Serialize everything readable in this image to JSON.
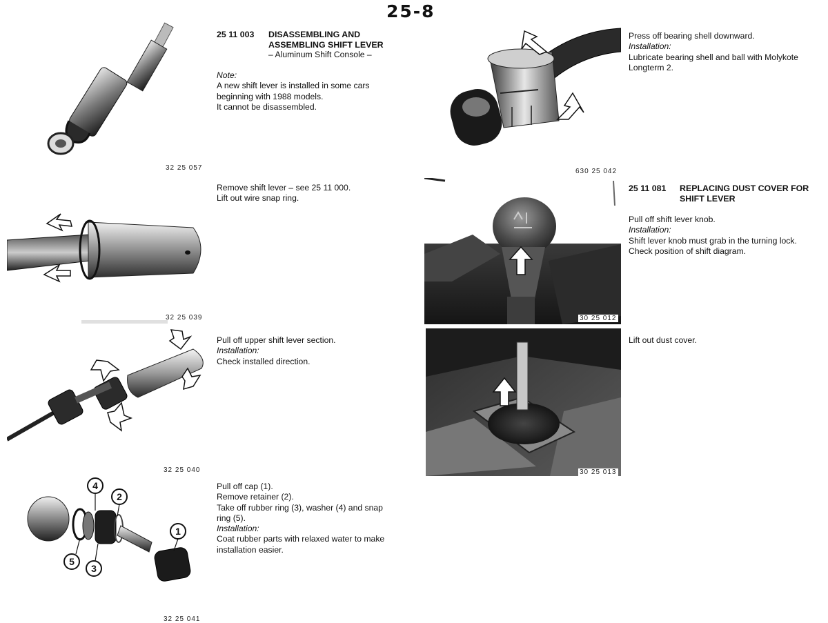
{
  "page_number": "25-8",
  "left_column": {
    "sec1": {
      "code": "25 11 003",
      "title_lines": [
        "DISASSEMBLING AND",
        "ASSEMBLING SHIFT LEVER",
        "– Aluminum Shift Console –"
      ],
      "note_label": "Note:",
      "note_lines": [
        "A new shift lever is installed in some cars",
        "beginning with 1988 models.",
        "It cannot be disassembled."
      ],
      "figure": "32 25 057"
    },
    "step2": {
      "lines": [
        "Remove shift lever – see 25 11 000.",
        "Lift out wire snap ring."
      ],
      "figure": "32 25 039"
    },
    "step3": {
      "line1": "Pull off upper shift lever section.",
      "installation_label": "Installation:",
      "line2": "Check installed direction.",
      "figure": "32 25 040"
    },
    "step4": {
      "lines": [
        "Pull off cap (1).",
        "Remove retainer (2).",
        "Take off rubber ring (3), washer (4) and snap",
        "ring (5)."
      ],
      "installation_label": "Installation:",
      "install_lines": [
        "Coat rubber parts with relaxed water to make",
        "installation easier."
      ],
      "callouts": [
        "1",
        "2",
        "3",
        "4",
        "5"
      ],
      "figure": "32 25 041"
    }
  },
  "right_column": {
    "step1": {
      "line1": "Press off bearing shell downward.",
      "installation_label": "Installation:",
      "install_lines": [
        "Lubricate bearing shell and ball with Molykote",
        "Longterm 2."
      ],
      "figure": "630 25 042"
    },
    "sec2": {
      "code": "25 11 081",
      "title_lines": [
        "REPLACING DUST COVER FOR",
        "SHIFT LEVER"
      ],
      "line1": "Pull off shift lever knob.",
      "installation_label": "Installation:",
      "install_lines": [
        "Shift lever knob must grab in the turning lock.",
        "Check position of shift diagram."
      ],
      "figure": "30 25 012"
    },
    "step3": {
      "line1": "Lift out dust cover.",
      "figure": "30 25 013"
    }
  }
}
